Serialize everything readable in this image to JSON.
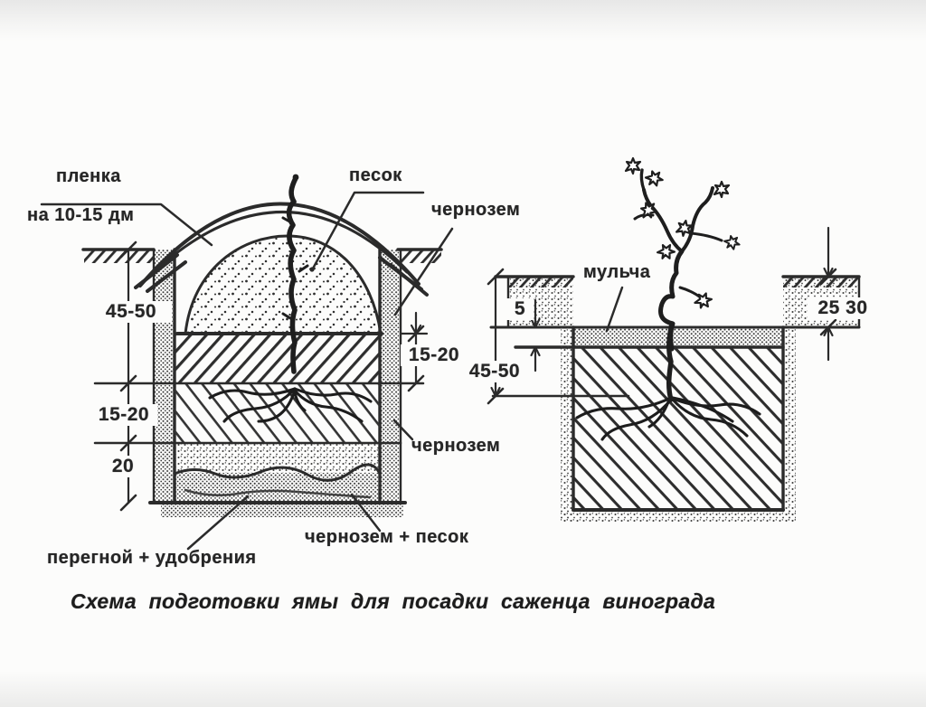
{
  "scene": {
    "caption": "Схема подготовки ямы для посадки саженца винограда",
    "ink_color": "#2b2b2b",
    "paper_color": "#fcfcfb"
  },
  "left_diagram": {
    "labels": {
      "film": "пленка",
      "film_depth": "на 10-15 дм",
      "sand": "песок",
      "chernozem_upper": "чернозем",
      "chernozem_root_layer": "чернозем",
      "chernozem_sand_mix": "чернозем + песок",
      "humus_fertilizer": "перегной + удобрения"
    },
    "dimensions": {
      "pit_depth": "45-50",
      "chernozem_layer": "15-20",
      "root_layer": "15-20",
      "bottom_layer": "20"
    }
  },
  "right_diagram": {
    "labels": {
      "mulch": "мульча"
    },
    "dimensions": {
      "mulch_thickness": "5",
      "planting_depth": "45-50",
      "mound_height": "25 30"
    }
  }
}
